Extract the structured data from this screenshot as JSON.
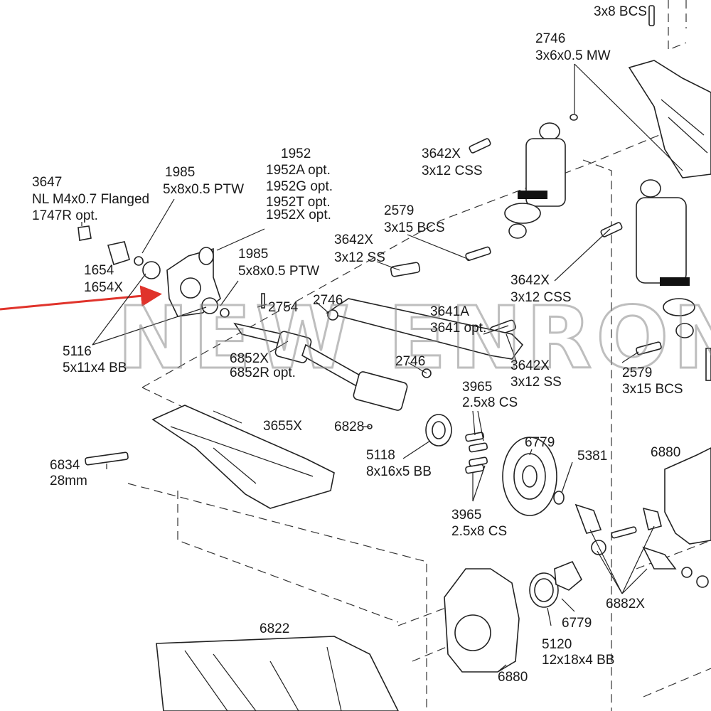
{
  "watermark": "NEW ENRON",
  "colors": {
    "arrow": "#e0332b",
    "line": "#222222"
  },
  "labels": {
    "top_bcs": "3x8 BCS",
    "p2746_top": "2746",
    "p2746_top_spec": "3x6x0.5 MW",
    "p3642x_a": "3642X",
    "p3642x_a_spec": "3x12 CSS",
    "p1952": "1952",
    "p1952_a": "1952A opt.",
    "p1952_g": "1952G opt.",
    "p1952_t": "1952T opt.",
    "p1952_x": "1952X opt.",
    "p1985_a": "1985",
    "p1985_a_spec": "5x8x0.5 PTW",
    "p3647": "3647",
    "p3647_spec": "NL M4x0.7 Flanged",
    "p3647_opt": "1747R opt.",
    "p2579_a": "2579",
    "p2579_a_spec": "3x15 BCS",
    "p3642x_b": "3642X",
    "p3642x_b_spec": "3x12 SS",
    "p1985_b": "1985",
    "p1985_b_spec": "5x8x0.5 PTW",
    "p1654": "1654",
    "p1654x": "1654X",
    "p3642x_c": "3642X",
    "p3642x_c_spec": "3x12 CSS",
    "p2754": "2754",
    "p2746_mid": "2746",
    "p3641a": "3641A",
    "p3641_opt": "3641 opt.",
    "p5116": "5116",
    "p5116_spec": "5x11x4 BB",
    "p6852x": "6852X",
    "p6852r": "6852R opt.",
    "p2746_low": "2746",
    "p3642x_d": "3642X",
    "p3642x_d_spec": "3x12 SS",
    "p2579_b": "2579",
    "p2579_b_spec": "3x15 BCS",
    "p3965_a": "3965",
    "p3965_a_spec": "2.5x8 CS",
    "p3655x": "3655X",
    "p6828": "6828",
    "p6779_a": "6779",
    "p6834": "6834",
    "p6834_spec": "28mm",
    "p5118": "5118",
    "p5118_spec": "8x16x5  BB",
    "p5381": "5381",
    "p6880_a": "6880",
    "p3965_b": "3965",
    "p3965_b_spec": "2.5x8 CS",
    "p6882x": "6882X",
    "p6822": "6822",
    "p6779_b": "6779",
    "p5120": "5120",
    "p5120_spec": "12x18x4 BB",
    "p6880_b": "6880"
  }
}
